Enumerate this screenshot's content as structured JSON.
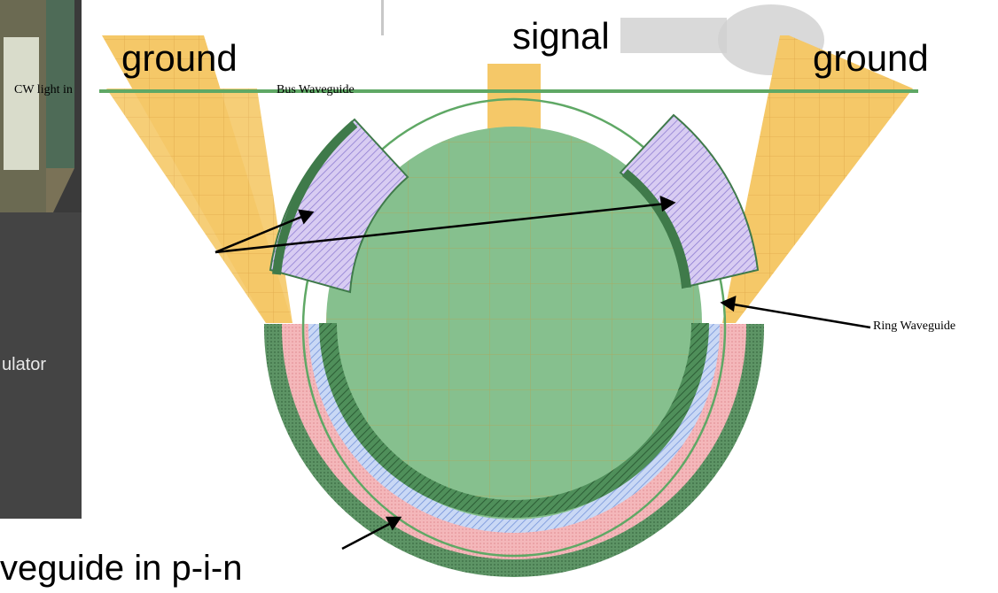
{
  "labels": {
    "signal": "signal",
    "ground_left": "ground",
    "ground_right": "ground",
    "cw_light_in": "CW light in",
    "bus_waveguide": "Bus Waveguide",
    "ring_waveguide": "Ring Waveguide",
    "bottom_caption": "veguide in p-i-n",
    "photo_fragment": "ulator"
  },
  "colors": {
    "metal_pad": "#f3c667",
    "doped_green": "#86c08e",
    "green_dark": "#3f7a4a",
    "waveguide_green": "#5fa865",
    "p_region_pink": "#f2b0b4",
    "n_region_blue": "#a9c4ee",
    "hatch_purple": "#b9a6e6",
    "photo_bg": "#3a3a3a",
    "watermark_gray": "#d8d8d8"
  }
}
